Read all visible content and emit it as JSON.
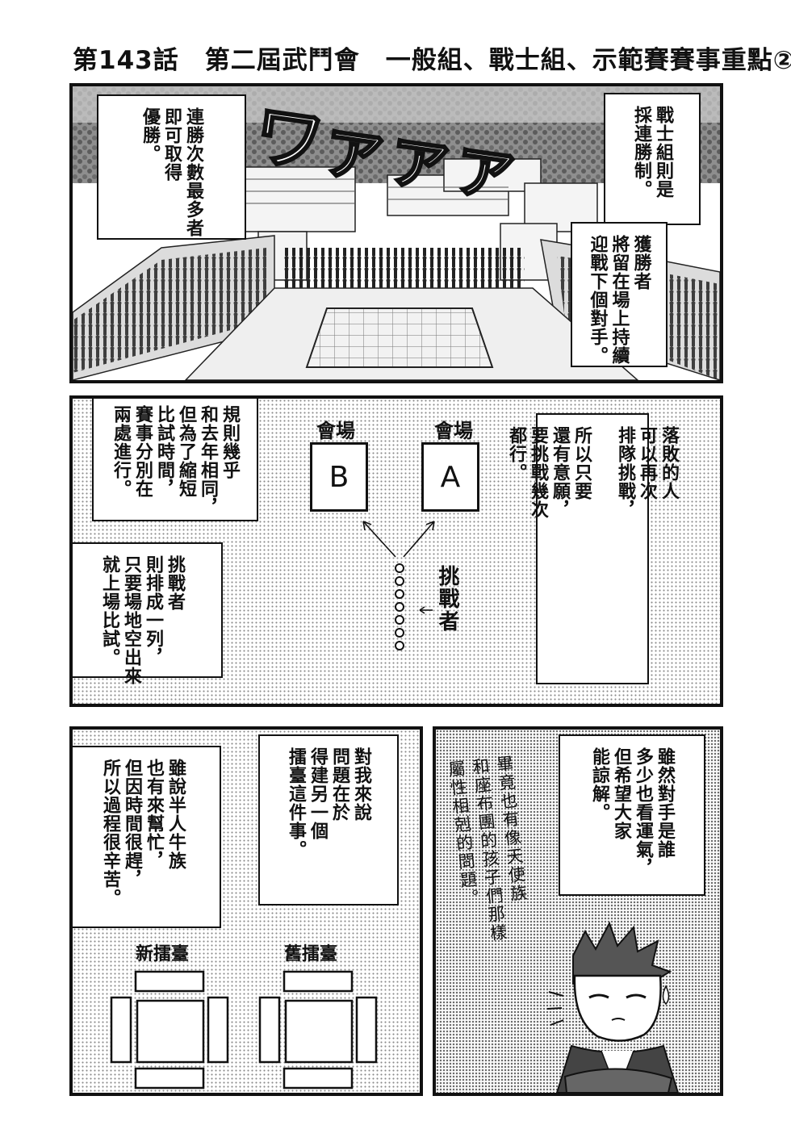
{
  "page": {
    "title": "第143話　第二屆武鬥會　一般組、戰士組、示範賽賽事重點②"
  },
  "panel1": {
    "sfx": "ワァァァ",
    "box_left": "連勝次數最多者\n即可取得\n優勝。",
    "box_right_top": "戰士組則是\n採連勝制。",
    "box_right_bottom": "獲勝者\n將留在場上持續\n迎戰下個對手。"
  },
  "panel2": {
    "box_rules": "規則幾乎\n和去年相同，\n但為了縮短\n比試時間，\n賽事分別在\n兩處進行。",
    "box_queue": "挑戰者\n則排成一列，\n只要場地空出來\n就上場比試。",
    "box_loser": "落敗的人\n可以再次\n排隊挑戰，\n\n所以只要\n還有意願，\n要挑戰幾次\n都行。",
    "venue_label_b": "會場",
    "venue_label_a": "會場",
    "court_b": "B",
    "court_a": "A",
    "challenger_label": "挑戰者"
  },
  "panel3": {
    "box_top": "對我來說\n問題在於\n得建另一個\n擂臺這件事。",
    "box_left": "雖說半人牛族\n也有來幫忙，\n但因時間很趕，\n所以過程很辛苦。",
    "label_new": "新擂臺",
    "label_old": "舊擂臺"
  },
  "panel4": {
    "box": "雖然對手是誰\n多少也看運氣，\n但希望大家\n能諒解。",
    "handwritten": "畢竟也有像天使族\n和座布團的孩子們那樣\n屬性相剋的問題。"
  }
}
